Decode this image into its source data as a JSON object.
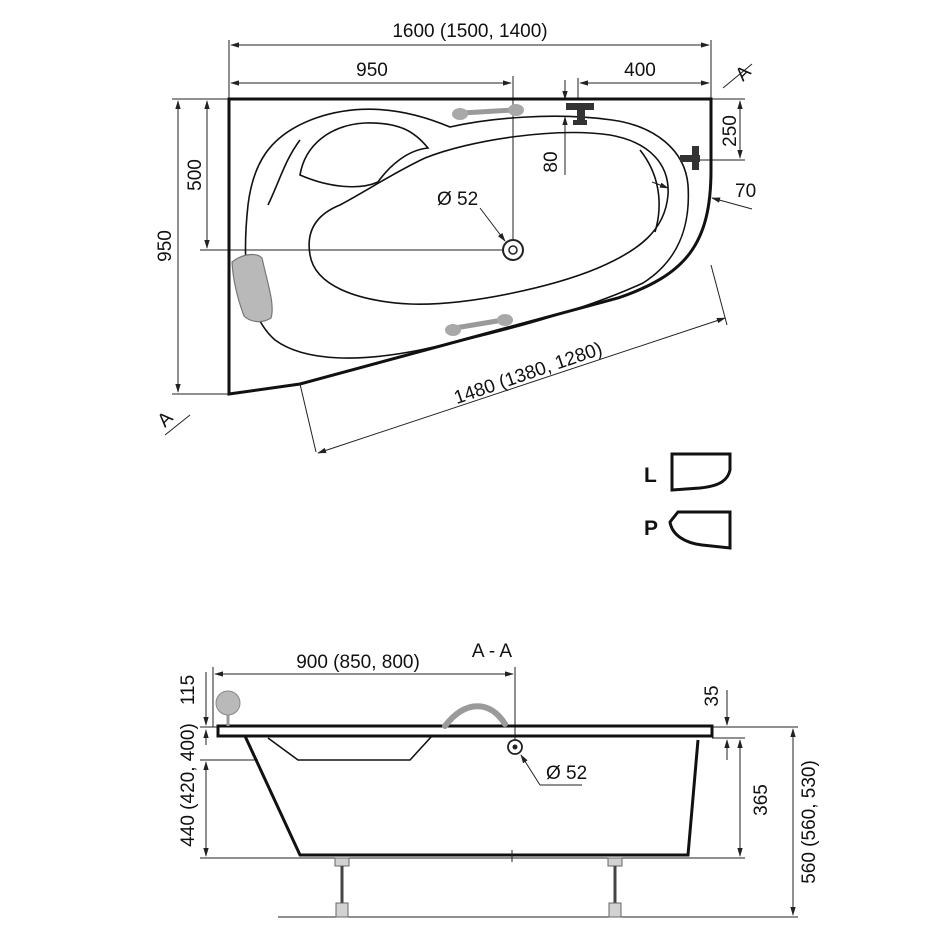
{
  "top_view": {
    "overall_width": "1600 (1500, 1400)",
    "drain_offset": "950",
    "tap_offset": "400",
    "overall_depth": "950",
    "drain_depth": "500",
    "tap_depth": "250",
    "tap_drop": "80",
    "edge_width": "70",
    "drain_diameter": "Ø 52",
    "front_length": "1480 (1380, 1280)",
    "section_marker": "A"
  },
  "variants": {
    "left_label": "L",
    "right_label": "P"
  },
  "section_view": {
    "title": "A - A",
    "drain_offset": "900 (850, 800)",
    "rim_height": "115",
    "rim_thickness": "35",
    "height_left": "440 (420, 400)",
    "inner_depth": "365",
    "total_height": "560 (560, 530)",
    "drain_diameter": "Ø 52"
  }
}
